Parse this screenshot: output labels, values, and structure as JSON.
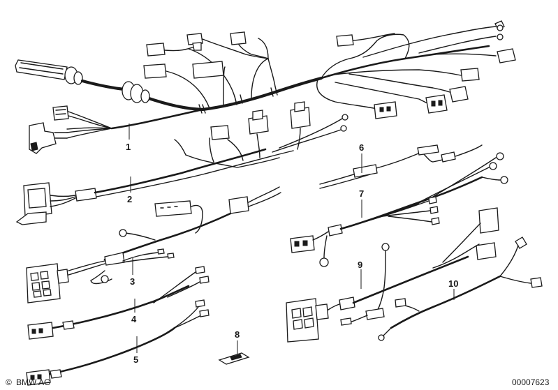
{
  "callouts": [
    "1",
    "2",
    "3",
    "4",
    "5",
    "6",
    "7",
    "8",
    "9",
    "10"
  ],
  "footer": {
    "copyright_symbol": "©",
    "brand": "BMW AG",
    "drawing_number": "00007623"
  },
  "colors": {
    "line": "#1a1a1a",
    "background": "#ffffff"
  }
}
